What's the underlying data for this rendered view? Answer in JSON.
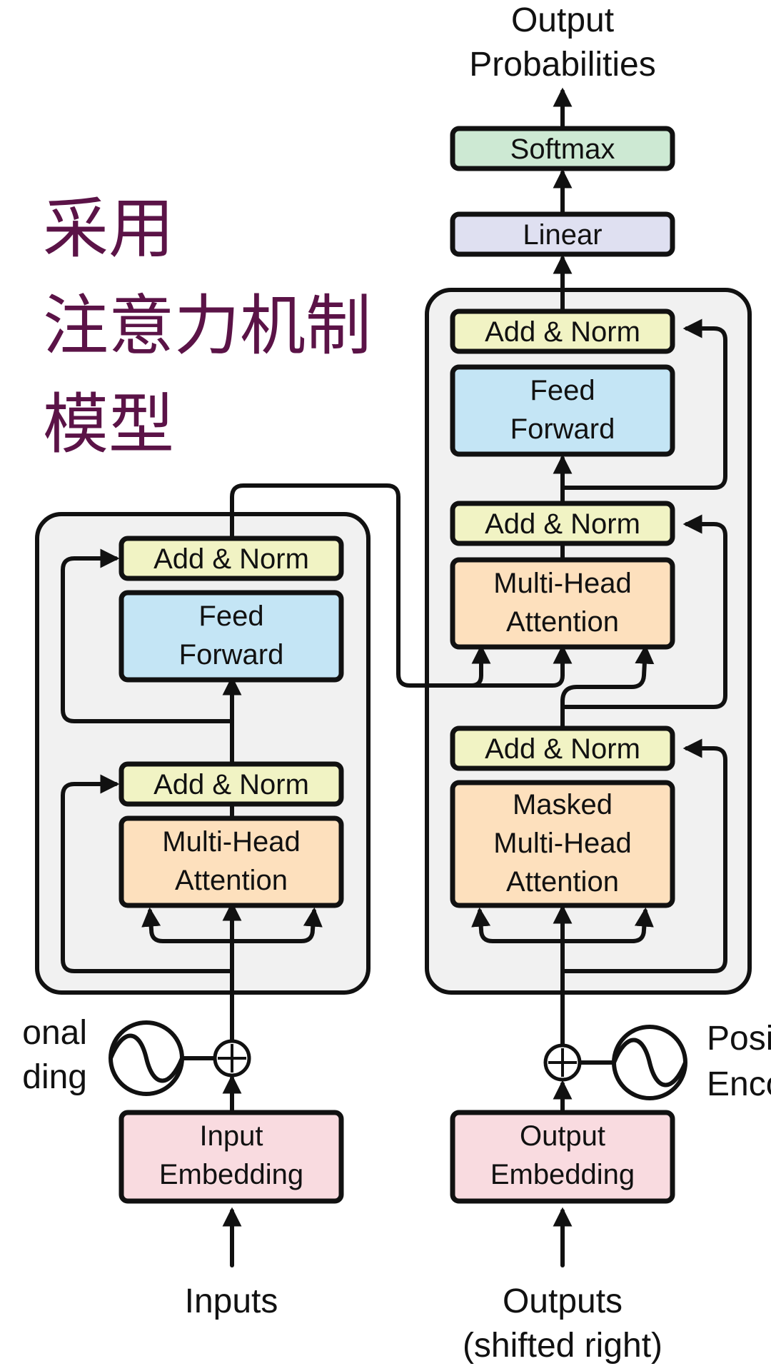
{
  "colors": {
    "add_norm": "#f1f3c4",
    "feed_forward": "#c4e5f5",
    "attention": "#fde0bd",
    "embedding": "#f9dbe0",
    "linear": "#dfe0f1",
    "softmax": "#cde9d3",
    "panel": "#f1f1f1",
    "title_text": "#5b1347"
  },
  "title": {
    "line1": "采用",
    "line2": "注意力机制",
    "line3": "模型"
  },
  "output_probs": {
    "line1": "Output",
    "line2": "Probabilities"
  },
  "softmax": "Softmax",
  "linear": "Linear",
  "decoder": {
    "add_norm_top": "Add & Norm",
    "feed_forward": {
      "line1": "Feed",
      "line2": "Forward"
    },
    "add_norm_mid": "Add & Norm",
    "cross_attention": {
      "line1": "Multi-Head",
      "line2": "Attention"
    },
    "add_norm_bottom": "Add & Norm",
    "masked_attention": {
      "line1": "Masked",
      "line2": "Multi-Head",
      "line3": "Attention"
    }
  },
  "encoder": {
    "add_norm_top": "Add & Norm",
    "feed_forward": {
      "line1": "Feed",
      "line2": "Forward"
    },
    "add_norm_bottom": "Add & Norm",
    "attention": {
      "line1": "Multi-Head",
      "line2": "Attention"
    }
  },
  "pos_enc_left": {
    "line1": "onal",
    "line2": "ding"
  },
  "pos_enc_right": {
    "line1": "Posi",
    "line2": "Enco"
  },
  "input_embedding": {
    "line1": "Input",
    "line2": "Embedding"
  },
  "output_embedding": {
    "line1": "Output",
    "line2": "Embedding"
  },
  "inputs": "Inputs",
  "outputs": {
    "line1": "Outputs",
    "line2": "(shifted right)"
  }
}
